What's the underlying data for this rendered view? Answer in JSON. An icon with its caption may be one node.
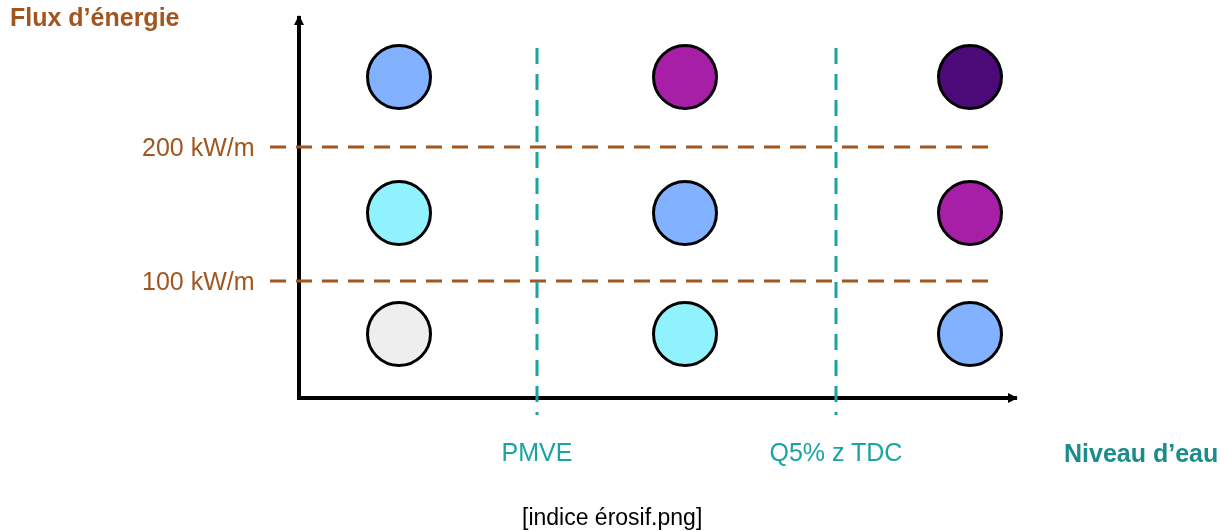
{
  "diagram": {
    "caption": "[indice érosif.png]",
    "labels": [
      "Flux d’énergie",
      "200 kW/m",
      "100 kW/m",
      "PMVE",
      "Q5% z TDC",
      "Niveau d’eau"
    ]
  }
}
